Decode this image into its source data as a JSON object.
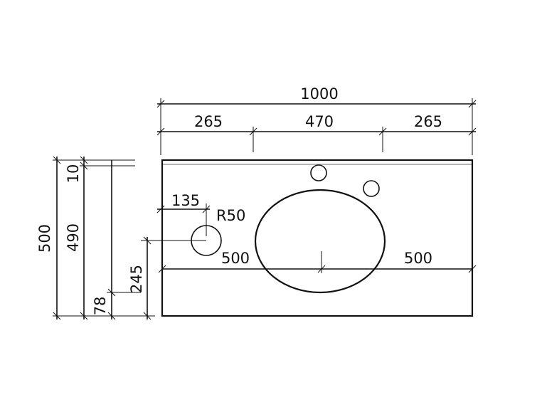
{
  "colors": {
    "line": "#111111",
    "background": "#ffffff",
    "inner_line": "#9a9a9a"
  },
  "dimensions": {
    "overall_width": "1000",
    "left_offset": "265",
    "center_width": "470",
    "right_offset": "265",
    "overall_depth": "500",
    "back_strip": "10",
    "front_depth": "490",
    "front_edge_offset": "78",
    "hole_depth": "245",
    "hole_offset": "135",
    "hole_radius": "R50",
    "half_left": "500",
    "half_right": "500"
  }
}
